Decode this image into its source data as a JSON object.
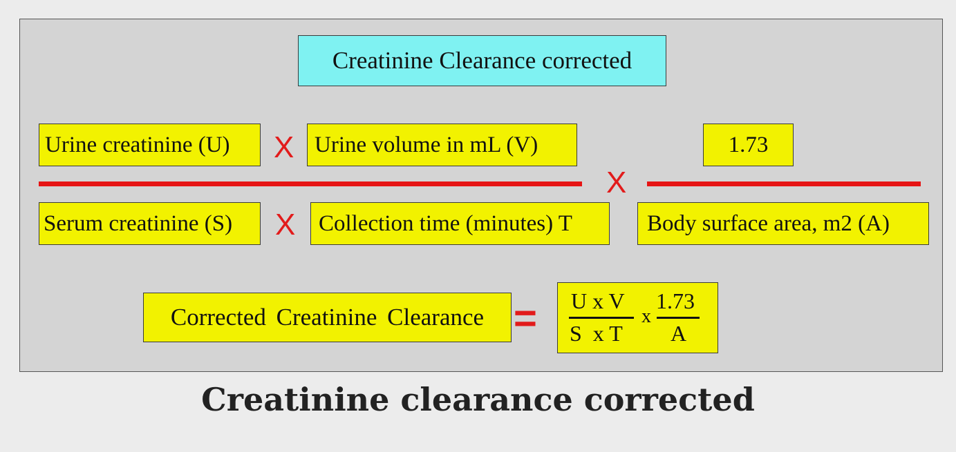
{
  "title_box": "Creatinine Clearance corrected",
  "numerator": {
    "left": "Urine creatinine (U)",
    "op": "X",
    "right": "Urine volume in mL (V)"
  },
  "denominator": {
    "left": "Serum creatinine (S)",
    "op": "X",
    "right": "Collection time (minutes) T"
  },
  "multiply_op": "X",
  "factor": {
    "numerator": "1.73",
    "denominator": "Body surface area, m2 (A)"
  },
  "result": {
    "label": "Corrected Creatinine Clearance",
    "equals": "=",
    "formula": {
      "frac1_num": "U x V",
      "frac1_den": "S  x T",
      "times": "x",
      "frac2_num": "1.73",
      "frac2_den": "A"
    }
  },
  "caption": "Creatinine clearance corrected",
  "colors": {
    "box_yellow": "#f2f200",
    "box_cyan": "#7ff2f2",
    "operator_red": "#e21b1b"
  }
}
